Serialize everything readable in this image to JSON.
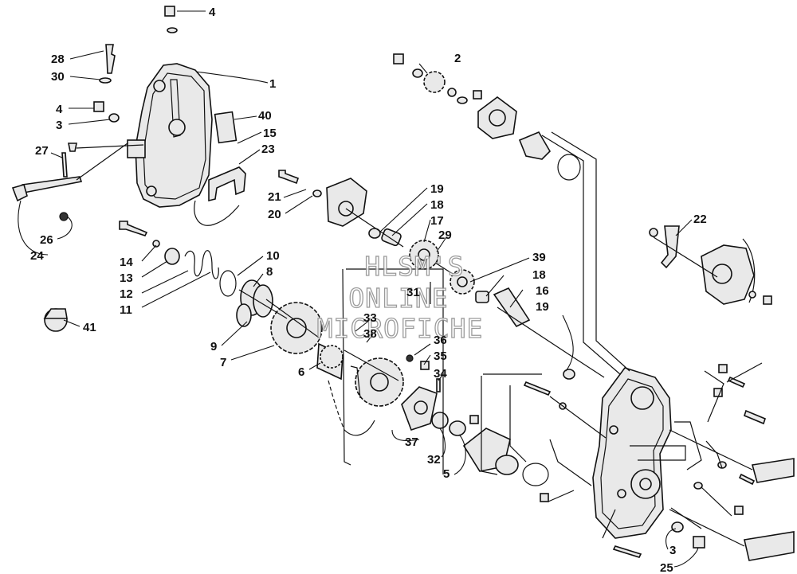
{
  "diagram": {
    "watermark": [
      "HLSM'S",
      "ONLINE",
      "MICROFICHE"
    ],
    "callouts": [
      {
        "id": "c-4a",
        "text": "4"
      },
      {
        "id": "c-28",
        "text": "28"
      },
      {
        "id": "c-30",
        "text": "30"
      },
      {
        "id": "c-1",
        "text": "1"
      },
      {
        "id": "c-4b",
        "text": "4"
      },
      {
        "id": "c-3a",
        "text": "3"
      },
      {
        "id": "c-40",
        "text": "40"
      },
      {
        "id": "c-15",
        "text": "15"
      },
      {
        "id": "c-23",
        "text": "23"
      },
      {
        "id": "c-27",
        "text": "27"
      },
      {
        "id": "c-26",
        "text": "26"
      },
      {
        "id": "c-24",
        "text": "24"
      },
      {
        "id": "c-2",
        "text": "2"
      },
      {
        "id": "c-21",
        "text": "21"
      },
      {
        "id": "c-20",
        "text": "20"
      },
      {
        "id": "c-19a",
        "text": "19"
      },
      {
        "id": "c-18a",
        "text": "18"
      },
      {
        "id": "c-17",
        "text": "17"
      },
      {
        "id": "c-29",
        "text": "29"
      },
      {
        "id": "c-22",
        "text": "22"
      },
      {
        "id": "c-14",
        "text": "14"
      },
      {
        "id": "c-13",
        "text": "13"
      },
      {
        "id": "c-12",
        "text": "12"
      },
      {
        "id": "c-11",
        "text": "11"
      },
      {
        "id": "c-41",
        "text": "41"
      },
      {
        "id": "c-10",
        "text": "10"
      },
      {
        "id": "c-8",
        "text": "8"
      },
      {
        "id": "c-31",
        "text": "31"
      },
      {
        "id": "c-39",
        "text": "39"
      },
      {
        "id": "c-18b",
        "text": "18"
      },
      {
        "id": "c-16",
        "text": "16"
      },
      {
        "id": "c-19b",
        "text": "19"
      },
      {
        "id": "c-9",
        "text": "9"
      },
      {
        "id": "c-7",
        "text": "7"
      },
      {
        "id": "c-33",
        "text": "33"
      },
      {
        "id": "c-38",
        "text": "38"
      },
      {
        "id": "c-36",
        "text": "36"
      },
      {
        "id": "c-35",
        "text": "35"
      },
      {
        "id": "c-34",
        "text": "34"
      },
      {
        "id": "c-6",
        "text": "6"
      },
      {
        "id": "c-37",
        "text": "37"
      },
      {
        "id": "c-32",
        "text": "32"
      },
      {
        "id": "c-5",
        "text": "5"
      },
      {
        "id": "c-3b",
        "text": "3"
      },
      {
        "id": "c-25",
        "text": "25"
      }
    ]
  }
}
